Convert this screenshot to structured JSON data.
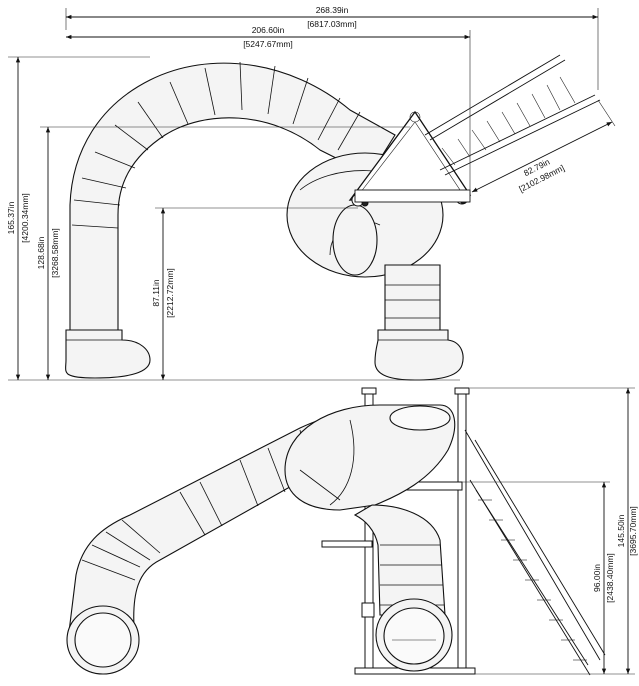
{
  "drawing": {
    "dimensions": {
      "overall_width": {
        "in": "268.39in",
        "mm": "[6817.03mm]"
      },
      "slide_width": {
        "in": "206.60in",
        "mm": "[5247.67mm]"
      },
      "stair_length": {
        "in": "82.79in",
        "mm": "[2102.98mm]"
      },
      "overall_depth": {
        "in": "165.37in",
        "mm": "[4200.34mm]"
      },
      "slide_depth": {
        "in": "128.68in",
        "mm": "[3268.58mm]"
      },
      "exit_depth": {
        "in": "87.11in",
        "mm": "[2212.72mm]"
      },
      "overall_height": {
        "in": "145.50in",
        "mm": "[3695.70mm]"
      },
      "deck_height": {
        "in": "96.00in",
        "mm": "[2438.40mm]"
      }
    }
  }
}
